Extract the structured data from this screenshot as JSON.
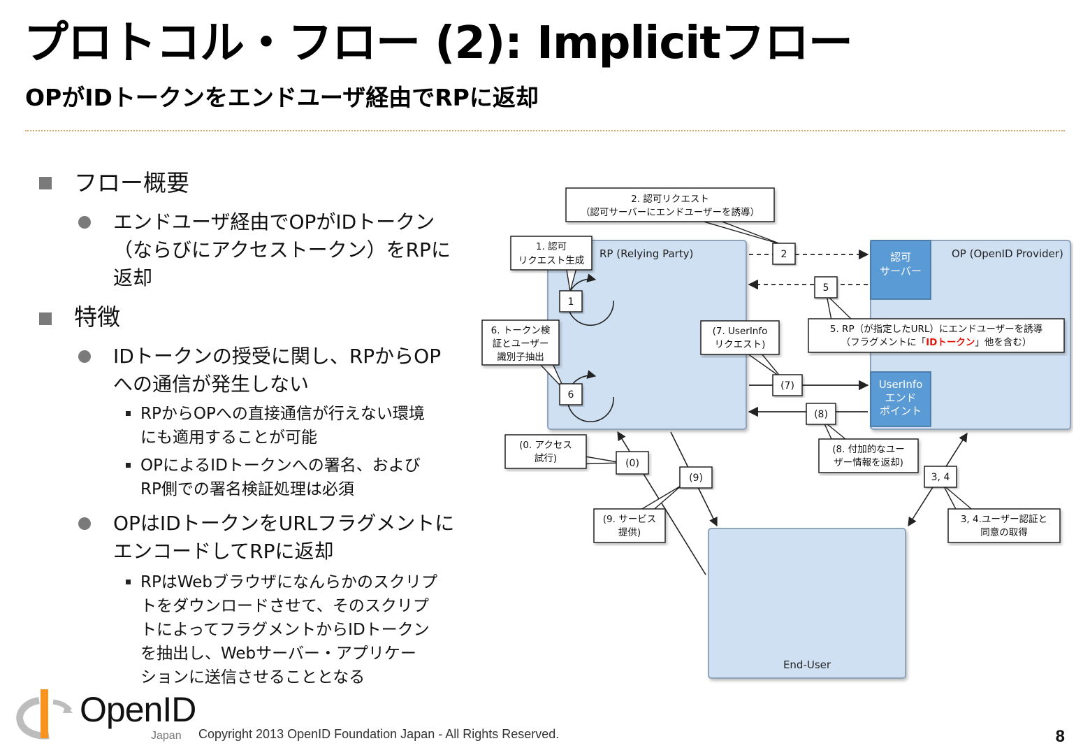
{
  "title": "プロトコル・フロー (2): Implicitフロー",
  "subtitle": "OPがIDトークンをエンドユーザ経由でRPに返却",
  "bullets": {
    "flow_overview": "フロー概要",
    "flow_item_lines": [
      "エンドユーザ経由でOPがIDトークン",
      "（ならびにアクセストークン）をRPに",
      "返却"
    ],
    "features": "特徴",
    "feature1_lines": [
      "IDトークンの授受に関し、RPからOP",
      "への通信が発生しない"
    ],
    "feature1_sub1_lines": [
      "RPからOPへの直接通信が行えない環境",
      "にも適用することが可能"
    ],
    "feature1_sub2_lines": [
      "OPによるIDトークンへの署名、および",
      "RP側での署名検証処理は必須"
    ],
    "feature2_lines": [
      "OPはIDトークンをURLフラグメントに",
      "エンコードしてRPに返却"
    ],
    "feature2_sub1_lines": [
      "RPはWebブラウザになんらかのスクリプ",
      "トをダウンロードさせて、そのスクリプ",
      "トによってフラグメントからIDトークン",
      "を抽出し、Webサーバー・アプリケー",
      "ションに送信させることとなる"
    ]
  },
  "diagram": {
    "rp_label": "RP (Relying Party)",
    "op_label": "OP (OpenID Provider)",
    "enduser_label": "End-User",
    "auth_server": [
      "認可",
      "サーバー"
    ],
    "userinfo_endpoint": [
      "UserInfo",
      "エンド",
      "ポイント"
    ],
    "callout_1": [
      "1. 認可",
      "リクエスト生成"
    ],
    "callout_2": [
      "2. 認可リクエスト",
      "（認可サーバーにエンドユーザーを誘導）"
    ],
    "callout_5_line1": "5. RP（が指定したURL）にエンドユーザーを誘導",
    "callout_5_line2_pre": "（フラグメントに「",
    "callout_5_line2_red": "IDトークン",
    "callout_5_line2_post": "」他を含む）",
    "callout_6": [
      "6. トークン検",
      "証とユーザー",
      "識別子抽出"
    ],
    "callout_7": [
      "(7. UserInfo",
      "リクエスト)"
    ],
    "callout_8": [
      "(8. 付加的なユー",
      "ザー情報を返却)"
    ],
    "callout_0": [
      "(0. アクセス",
      "試行)"
    ],
    "callout_9": [
      "(9. サービス",
      "提供)"
    ],
    "callout_34": [
      "3, 4.ユーザー認証と",
      "同意の取得"
    ],
    "step_labels": {
      "s1": "1",
      "s2": "2",
      "s5": "5",
      "s6": "6",
      "s7": "(7)",
      "s8": "(8)",
      "s0": "(0)",
      "s9": "(9)",
      "s34": "3, 4"
    }
  },
  "footer": {
    "logo_text": "OpenID",
    "logo_sub": "Japan",
    "copyright": "Copyright  2013  OpenID Foundation Japan - All Rights Reserved.",
    "page_number": "8"
  },
  "colors": {
    "box_fill": "#cfe0f2",
    "box_stroke": "#8fa4bb",
    "dark_box_fill": "#5b9bd5",
    "accent_red": "#e0190f",
    "rule_orange": "#e3a468",
    "logo_orange": "#f7931e"
  }
}
